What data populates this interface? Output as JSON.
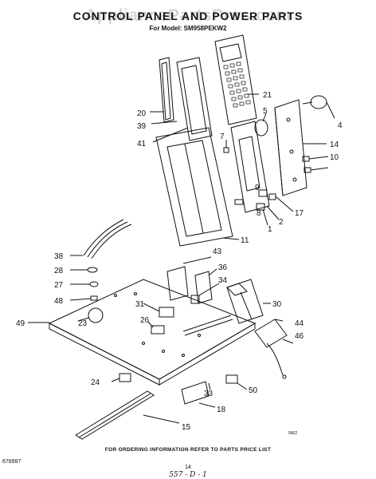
{
  "watermark": "AppliancePartsPros.com",
  "title": "CONTROL PANEL AND POWER PARTS",
  "model": "For Model: SM958PEKW2",
  "footer_note": "FOR ORDERING INFORMATION REFER TO PARTS PRICE LIST",
  "doc_number": "678987",
  "page_number": "14",
  "handwritten": "557 - D - 1",
  "small_code": "5802",
  "part_labels": [
    "20",
    "39",
    "41",
    "21",
    "5",
    "7",
    "4",
    "14",
    "10",
    "9",
    "17",
    "2",
    "8",
    "1",
    "11",
    "38",
    "28",
    "27",
    "48",
    "49",
    "23",
    "43",
    "36",
    "34",
    "31",
    "26",
    "30",
    "44",
    "46",
    "24",
    "33",
    "50",
    "18",
    "15"
  ]
}
